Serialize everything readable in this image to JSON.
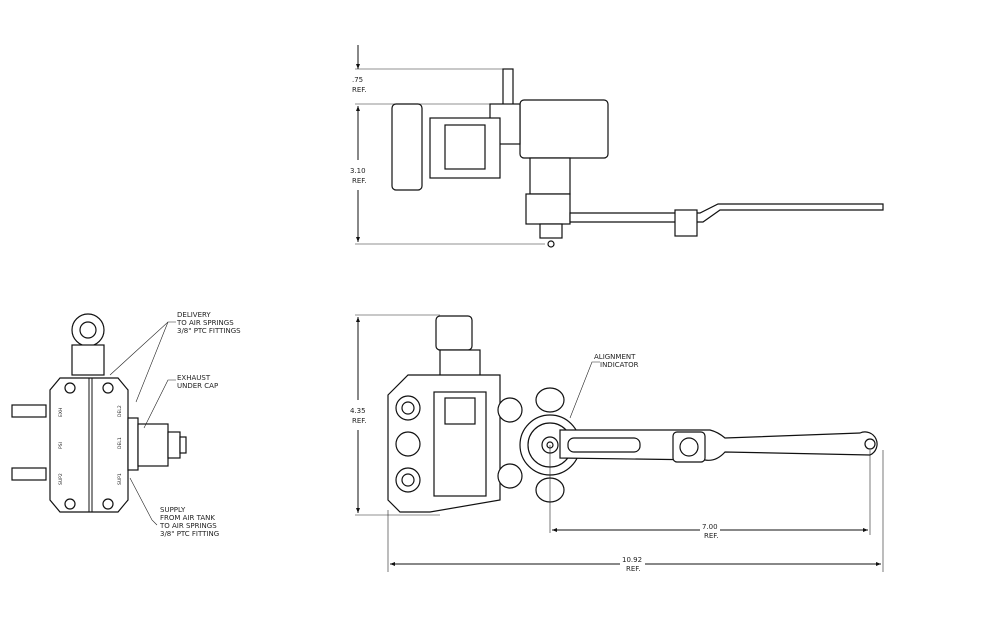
{
  "top_view": {
    "dim_top": {
      "value": ".75",
      "note": "REF."
    },
    "dim_height": {
      "value": "3.10",
      "note": "REF."
    }
  },
  "side_view": {
    "callout_delivery": [
      "DELIVERY",
      "TO AIR SPRINGS",
      "3/8\" PTC FITTINGS"
    ],
    "callout_exhaust": [
      "EXHAUST",
      "UNDER CAP"
    ],
    "callout_supply": [
      "SUPPLY",
      "FROM AIR TANK",
      "TO AIR SPRINGS",
      "3/8\" PTC FITTING"
    ],
    "port_labels_left": [
      "EXH",
      "PSI",
      "SUP2"
    ],
    "port_labels_right": [
      "DEL2",
      "DEL1",
      "SUP1"
    ]
  },
  "front_view": {
    "dim_height": {
      "value": "4.35",
      "note": "REF."
    },
    "callout_alignment": [
      "ALIGNMENT",
      "INDICATOR"
    ],
    "dim_arm": {
      "value": "7.00",
      "note": "REF."
    },
    "dim_total": {
      "value": "10.92",
      "note": "REF."
    }
  }
}
